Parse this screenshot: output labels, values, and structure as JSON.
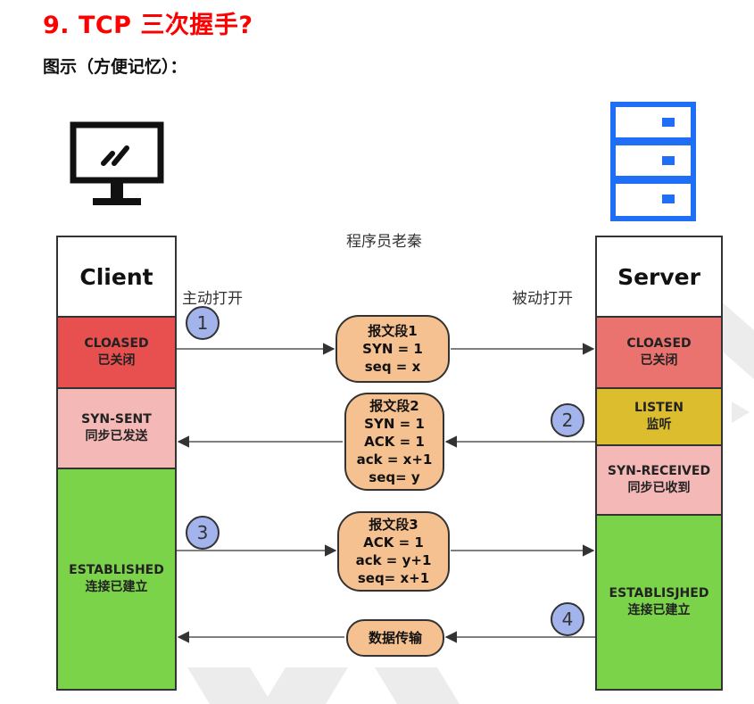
{
  "title": "9. TCP 三次握手?",
  "subtitle": "图示（方便记忆）：",
  "diagram": {
    "center_label": "程序员老秦",
    "client": {
      "name": "Client",
      "open_label": "主动打开",
      "states": [
        {
          "en": "CLOASED",
          "zh": "已关闭",
          "color": "#e84f4f"
        },
        {
          "en": "SYN-SENT",
          "zh": "同步已发送",
          "color": "#f4b8b6"
        },
        {
          "en": "ESTABLISHED",
          "zh": "连接已建立",
          "color": "#7bd34a"
        }
      ]
    },
    "server": {
      "name": "Server",
      "open_label": "被动打开",
      "states": [
        {
          "en": "CLOASED",
          "zh": "已关闭",
          "color": "#ea7370"
        },
        {
          "en": "LISTEN",
          "zh": "监听",
          "color": "#dbbd2e"
        },
        {
          "en": "SYN-RECEIVED",
          "zh": "同步已收到",
          "color": "#f4b8b6"
        },
        {
          "en": "ESTABLISJHED",
          "zh": "连接已建立",
          "color": "#7bd34a"
        }
      ]
    },
    "messages": [
      {
        "lines": [
          "报文段1",
          "SYN = 1",
          "seq = x"
        ],
        "direction": "client-to-server"
      },
      {
        "lines": [
          "报文段2",
          "SYN = 1",
          "ACK = 1",
          "ack = x+1",
          "seq= y"
        ],
        "direction": "server-to-client"
      },
      {
        "lines": [
          "报文段3",
          "ACK = 1",
          "ack = y+1",
          "seq= x+1"
        ],
        "direction": "client-to-server"
      },
      {
        "lines": [
          "数据传输"
        ],
        "direction": "server-to-client"
      }
    ],
    "steps": [
      "1",
      "2",
      "3",
      "4"
    ],
    "colors": {
      "heading": "#ff0000",
      "message_fill": "#f6c190",
      "step_fill": "#a3b3ec",
      "server_icon": "#1e6ff5"
    },
    "icons": [
      "monitor-icon",
      "server-rack-icon"
    ]
  }
}
